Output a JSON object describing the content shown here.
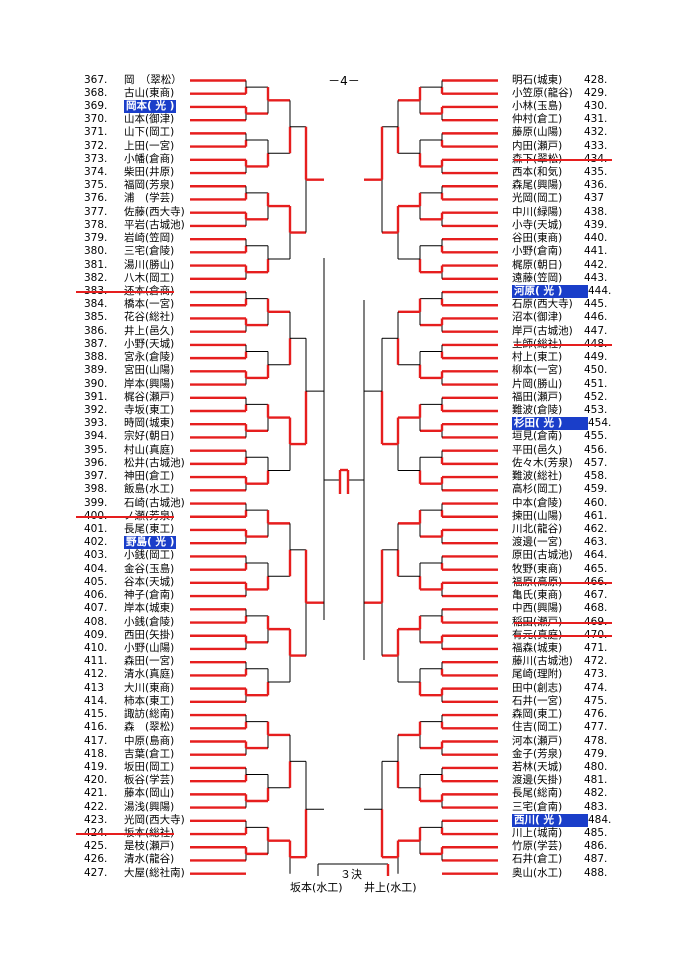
{
  "page_label": "－4－",
  "left_entries": [
    {
      "num": "367.",
      "name": "岡　（翠松）"
    },
    {
      "num": "368.",
      "name": "古山(東商)"
    },
    {
      "num": "369.",
      "name": "岡本(  光  )",
      "hl": true
    },
    {
      "num": "370.",
      "name": "山本(御津)"
    },
    {
      "num": "371.",
      "name": "山下(岡工)"
    },
    {
      "num": "372.",
      "name": "上田(一宮)"
    },
    {
      "num": "373.",
      "name": "小幡(倉商)"
    },
    {
      "num": "374.",
      "name": "柴田(井原)"
    },
    {
      "num": "375.",
      "name": "福岡(芳泉)"
    },
    {
      "num": "376.",
      "name": "浦　(学芸)"
    },
    {
      "num": "377.",
      "name": "佐藤(西大寺)"
    },
    {
      "num": "378.",
      "name": "平岩(古城池)"
    },
    {
      "num": "379.",
      "name": "岩崎(笠岡)"
    },
    {
      "num": "380.",
      "name": "三宅(倉陵)"
    },
    {
      "num": "381.",
      "name": "湯川(勝山)"
    },
    {
      "num": "382.",
      "name": "八木(岡工)"
    },
    {
      "num": "383.",
      "name": "还本(倉商)",
      "strike": true
    },
    {
      "num": "384.",
      "name": "橋本(一宮)"
    },
    {
      "num": "385.",
      "name": "花谷(総社)"
    },
    {
      "num": "386.",
      "name": "井上(邑久)"
    },
    {
      "num": "387.",
      "name": "小野(天城)"
    },
    {
      "num": "388.",
      "name": "宮永(倉陵)"
    },
    {
      "num": "389.",
      "name": "宮田(山陽)"
    },
    {
      "num": "390.",
      "name": "岸本(興陽)"
    },
    {
      "num": "391.",
      "name": "梶谷(瀬戸)"
    },
    {
      "num": "392.",
      "name": "寺坂(東工)"
    },
    {
      "num": "393.",
      "name": "時岡(城東)"
    },
    {
      "num": "394.",
      "name": "宗好(朝日)"
    },
    {
      "num": "395.",
      "name": "村山(真庭)"
    },
    {
      "num": "396.",
      "name": "松井(古城池)"
    },
    {
      "num": "397.",
      "name": "神田(倉工)"
    },
    {
      "num": "398.",
      "name": "飯島(水工)"
    },
    {
      "num": "399.",
      "name": "石崎(古城池)"
    },
    {
      "num": "400.",
      "name": "ノ瀬(芳泉)",
      "strike": true
    },
    {
      "num": "401.",
      "name": "長尾(東工)"
    },
    {
      "num": "402.",
      "name": "野島(  光  )",
      "hl": true
    },
    {
      "num": "403.",
      "name": "小銭(岡工)"
    },
    {
      "num": "404.",
      "name": "金谷(玉島)"
    },
    {
      "num": "405.",
      "name": "谷本(天城)"
    },
    {
      "num": "406.",
      "name": "神子(倉南)"
    },
    {
      "num": "407.",
      "name": "岸本(城東)"
    },
    {
      "num": "408.",
      "name": "小銭(倉陵)"
    },
    {
      "num": "409.",
      "name": "西田(矢掛)"
    },
    {
      "num": "410.",
      "name": "小野(山陽)"
    },
    {
      "num": "411.",
      "name": "森田(一宮)"
    },
    {
      "num": "412.",
      "name": "清水(真庭)"
    },
    {
      "num": "413",
      "name": "大川(東商)"
    },
    {
      "num": "414.",
      "name": "柿本(東工)"
    },
    {
      "num": "415.",
      "name": "諏訪(総南)"
    },
    {
      "num": "416.",
      "name": "森　(翠松)"
    },
    {
      "num": "417.",
      "name": "中原(島商)"
    },
    {
      "num": "418.",
      "name": "吉葉(倉工)"
    },
    {
      "num": "419.",
      "name": "坂田(岡工)"
    },
    {
      "num": "420.",
      "name": "板谷(学芸)"
    },
    {
      "num": "421.",
      "name": "藤本(岡山)"
    },
    {
      "num": "422.",
      "name": "湯浅(興陽)"
    },
    {
      "num": "423.",
      "name": "光岡(西大寺)"
    },
    {
      "num": "424.",
      "name": "坂本(総社)",
      "strike": true
    },
    {
      "num": "425.",
      "name": "是枝(瀬戸)"
    },
    {
      "num": "426.",
      "name": "清水(龍谷)"
    },
    {
      "num": "427.",
      "name": "大屋(総社南)"
    }
  ],
  "right_entries": [
    {
      "num": "428.",
      "name": "明石(城東)"
    },
    {
      "num": "429.",
      "name": "小笠原(龍谷)"
    },
    {
      "num": "430.",
      "name": "小林(玉島)"
    },
    {
      "num": "431.",
      "name": "仲村(倉工)"
    },
    {
      "num": "432.",
      "name": "藤原(山陽)"
    },
    {
      "num": "433.",
      "name": "内田(瀬戸)"
    },
    {
      "num": "434.",
      "name": "森下(翠松)",
      "strike": true
    },
    {
      "num": "435.",
      "name": "西本(和気)"
    },
    {
      "num": "436.",
      "name": "森尾(興陽)"
    },
    {
      "num": "437",
      "name": "光岡(岡工)"
    },
    {
      "num": "438.",
      "name": "中川(緑陽)"
    },
    {
      "num": "439.",
      "name": "小寺(天城)"
    },
    {
      "num": "440.",
      "name": "谷田(東商)"
    },
    {
      "num": "441.",
      "name": "小野(倉南)"
    },
    {
      "num": "442.",
      "name": "梶原(朝日)"
    },
    {
      "num": "443.",
      "name": "遠藤(笠岡)"
    },
    {
      "num": "444.",
      "name": "河原(  光  )",
      "hl": true
    },
    {
      "num": "445.",
      "name": "石原(西大寺)"
    },
    {
      "num": "446.",
      "name": "沼本(御津)"
    },
    {
      "num": "447.",
      "name": "岸戸(古城池)"
    },
    {
      "num": "448.",
      "name": "土師(総社)",
      "strike": true
    },
    {
      "num": "449.",
      "name": "村上(東工)"
    },
    {
      "num": "450.",
      "name": "柳本(一宮)"
    },
    {
      "num": "451.",
      "name": "片岡(勝山)"
    },
    {
      "num": "452.",
      "name": "福田(瀬戸)"
    },
    {
      "num": "453.",
      "name": "難波(倉陵)"
    },
    {
      "num": "454.",
      "name": "杉田(  光  )",
      "hl": true
    },
    {
      "num": "455.",
      "name": "垣見(倉南)"
    },
    {
      "num": "456.",
      "name": "平田(邑久)"
    },
    {
      "num": "457.",
      "name": "佐々木(芳泉)"
    },
    {
      "num": "458.",
      "name": "難波(総社)"
    },
    {
      "num": "459.",
      "name": "高杉(岡工)"
    },
    {
      "num": "460.",
      "name": "中本(倉陵)"
    },
    {
      "num": "461.",
      "name": "揀田(山陽)"
    },
    {
      "num": "462.",
      "name": "川北(龍谷)"
    },
    {
      "num": "463.",
      "name": "渡邊(一宮)"
    },
    {
      "num": "464.",
      "name": "原田(古城池)"
    },
    {
      "num": "465.",
      "name": "牧野(東商)"
    },
    {
      "num": "466.",
      "name": "福原(高原)",
      "strike": true
    },
    {
      "num": "467.",
      "name": "亀氏(東商)"
    },
    {
      "num": "468.",
      "name": "中西(興陽)"
    },
    {
      "num": "469.",
      "name": "稲田(瀬戸)",
      "strike": true
    },
    {
      "num": "470.",
      "name": "有元(真庭)",
      "strike": true
    },
    {
      "num": "471.",
      "name": "福森(城東)"
    },
    {
      "num": "472.",
      "name": "藤川(古城池)"
    },
    {
      "num": "473.",
      "name": "尾崎(理附)"
    },
    {
      "num": "474.",
      "name": "田中(創志)"
    },
    {
      "num": "475.",
      "name": "石井(一宮)"
    },
    {
      "num": "476.",
      "name": "森岡(東工)"
    },
    {
      "num": "477.",
      "name": "住吉(岡工)"
    },
    {
      "num": "478.",
      "name": "河本(瀬戸)"
    },
    {
      "num": "479.",
      "name": "金子(芳泉)"
    },
    {
      "num": "480.",
      "name": "若林(天城)"
    },
    {
      "num": "481.",
      "name": "渡邊(矢掛)"
    },
    {
      "num": "482.",
      "name": "長尾(総南)"
    },
    {
      "num": "483.",
      "name": "三宅(倉南)"
    },
    {
      "num": "484.",
      "name": "西川(  光  )",
      "hl": true
    },
    {
      "num": "485.",
      "name": "川上(城南)"
    },
    {
      "num": "486.",
      "name": "竹原(学芸)"
    },
    {
      "num": "487.",
      "name": "石井(倉工)"
    },
    {
      "num": "488.",
      "name": "奥山(水工)"
    }
  ],
  "final_label": "３決",
  "final_left": "坂本(水工)",
  "final_right": "井上(水工)",
  "colors": {
    "winner_line": "#e61e1e",
    "bracket_line": "#000000",
    "highlight_bg": "#1a3ec9"
  }
}
